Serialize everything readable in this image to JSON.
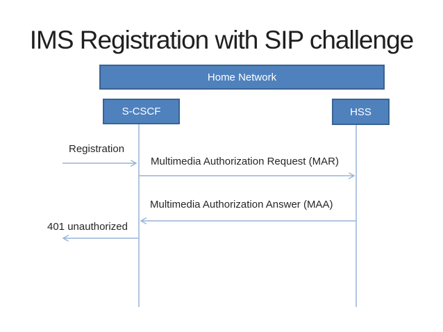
{
  "slide": {
    "title": "IMS Registration with SIP challenge"
  },
  "diagram": {
    "type": "sequence-diagram",
    "container_label": "Home Network",
    "actors": [
      {
        "name": "S-CSCF"
      },
      {
        "name": "HSS"
      }
    ],
    "messages": [
      {
        "label": "Registration",
        "from": "UE (off-slide left)",
        "to": "S-CSCF",
        "direction": "right"
      },
      {
        "label": "Multimedia Authorization Request (MAR)",
        "from": "S-CSCF",
        "to": "HSS",
        "direction": "right"
      },
      {
        "label": "Multimedia Authorization Answer (MAA)",
        "from": "HSS",
        "to": "S-CSCF",
        "direction": "left"
      },
      {
        "label": "401 unauthorized",
        "from": "S-CSCF",
        "to": "UE (off-slide left)",
        "direction": "left"
      }
    ],
    "colors": {
      "box_fill": "#4F81BD",
      "box_border": "#3A6390",
      "box_text": "#FFFFFF",
      "line_and_arrow": "#95B3D7",
      "title_text": "#1F1F1F",
      "message_text": "#262626",
      "background": "#FFFFFF"
    }
  }
}
